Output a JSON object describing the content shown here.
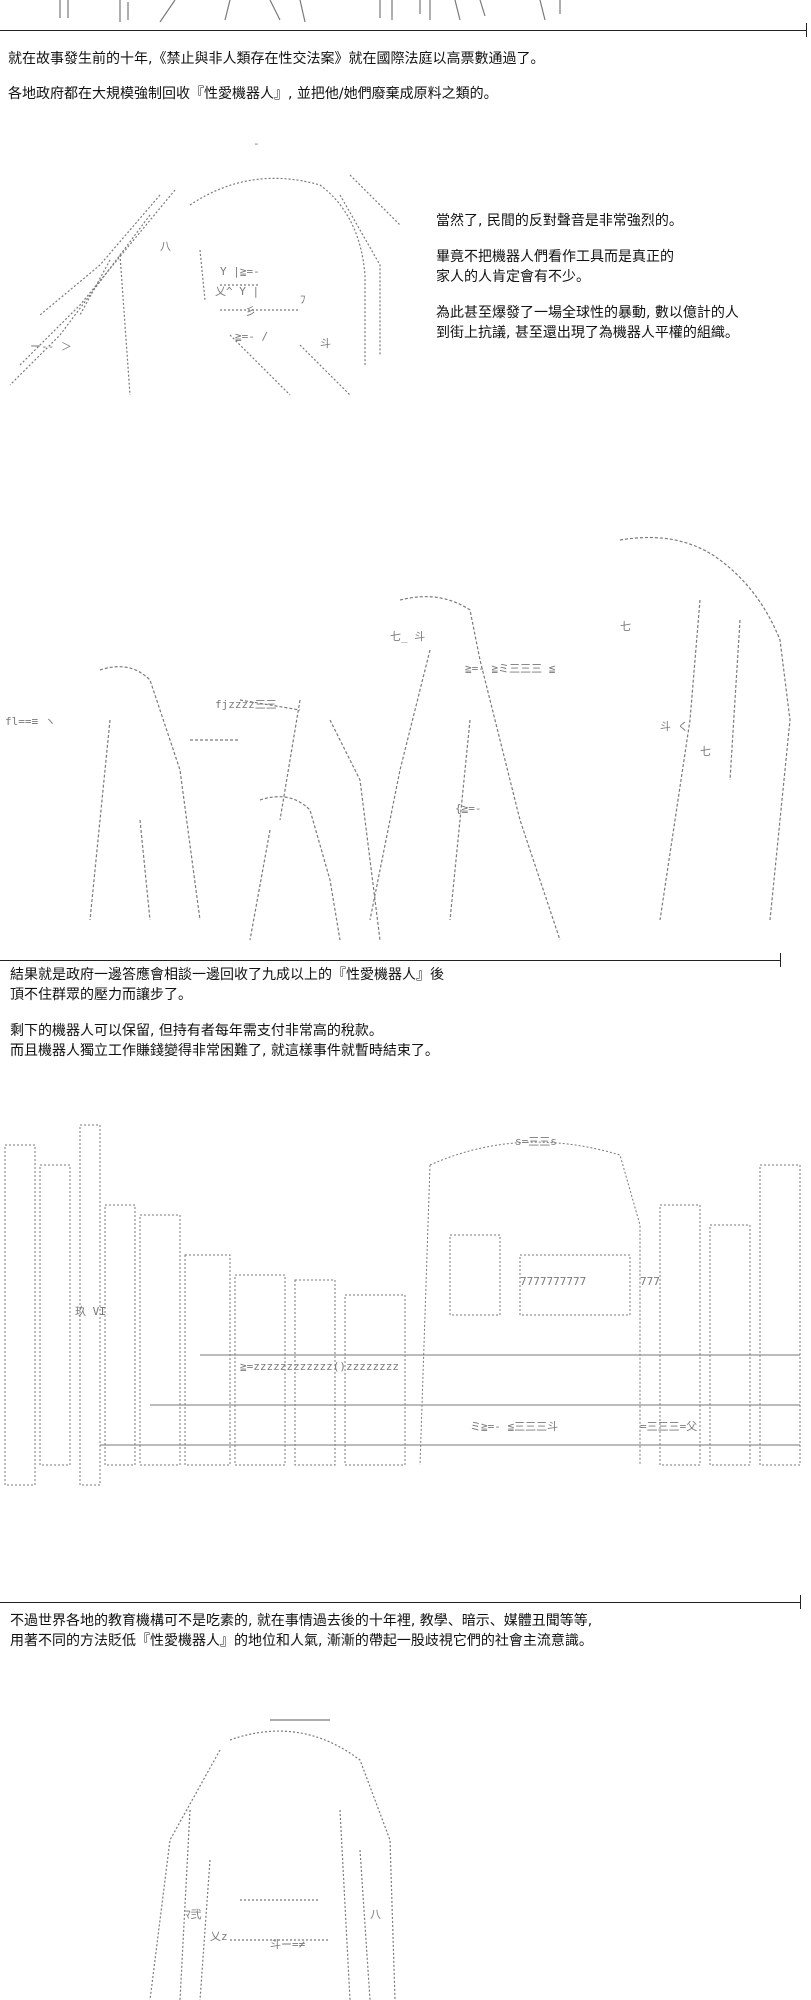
{
  "colors": {
    "ink": "#111111",
    "art": "#7a7a7a",
    "rule": "#222222",
    "bg": "#ffffff"
  },
  "panel1": {
    "line1": "就在故事發生前的十年,《禁止與非人類存在性交法案》就在國際法庭以高票數通過了。",
    "line2": "各地政府都在大規模強制回收『性愛機器人』, 並把他/她們廢棄成原料之類的。"
  },
  "panel2": {
    "line1": "當然了, 民間的反對聲音是非常強烈的。",
    "line2": "畢竟不把機器人們看作工具而是真正的",
    "line3": "家人的人肯定會有不少。",
    "line4": "為此甚至爆發了一場全球性的暴動, 數以億計的人",
    "line5": "到街上抗議, 甚至還出現了為機器人平權的組織。"
  },
  "panel3": {
    "art_text": {
      "a": "fjzzzz三三",
      "b": "≧=- ≧ミ三三三 ≦",
      "c": "{≧=-",
      "d": "斗 く",
      "e": "七"
    }
  },
  "panel4": {
    "line1": "結果就是政府一邊答應會相談一邊回收了九成以上的『性愛機器人』後",
    "line2": "頂不住群眾的壓力而讓步了。",
    "line3": "剩下的機器人可以保留, 但持有者每年需支付非常高的稅款。",
    "line4": "而且機器人獨立工作賺錢變得非常困難了, 就這樣事件就暫時結束了。"
  },
  "panel5": {
    "art_text": {
      "a": "≧=zzzzzzzzzzzz()zzzzzzzz",
      "b": "7777777777",
      "c": "777",
      "d": "ミ≧=- ≦三三三斗",
      "e": "=三三三=父"
    }
  },
  "panel6": {
    "line1": "不過世界各地的教育機構可不是吃素的, 就在事情過去後的十年裡, 教學、暗示、媒體丑聞等等,",
    "line2": "用著不同的方法貶低『性愛機器人』的地位和人氣, 漸漸的帶起一股歧視它們的社會主流意識。"
  },
  "panel7": {
    "art_text": {
      "a": "ﾏ弐",
      "b": "斗ー=≠",
      "c": "八"
    }
  }
}
